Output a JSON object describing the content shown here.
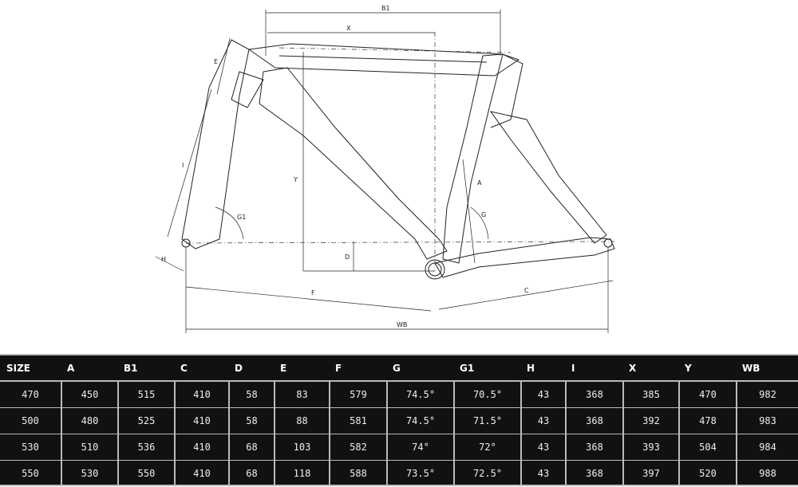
{
  "diagram": {
    "labels": {
      "B1": "B1",
      "X": "X",
      "E": "E",
      "Y": "Y",
      "I": "I",
      "G1": "G1",
      "A": "A",
      "G": "G",
      "D": "D",
      "H": "H",
      "F": "F",
      "C": "C",
      "WB": "WB"
    }
  },
  "table": {
    "headers": [
      "SIZE",
      "A",
      "B1",
      "C",
      "D",
      "E",
      "F",
      "G",
      "G1",
      "H",
      "I",
      "X",
      "Y",
      "WB"
    ],
    "rows": [
      [
        "470",
        "450",
        "515",
        "410",
        "58",
        "83",
        "579",
        "74.5°",
        "70.5°",
        "43",
        "368",
        "385",
        "470",
        "982"
      ],
      [
        "500",
        "480",
        "525",
        "410",
        "58",
        "88",
        "581",
        "74.5°",
        "71.5°",
        "43",
        "368",
        "392",
        "478",
        "983"
      ],
      [
        "530",
        "510",
        "536",
        "410",
        "68",
        "103",
        "582",
        "74°",
        "72°",
        "43",
        "368",
        "393",
        "504",
        "984"
      ],
      [
        "550",
        "530",
        "550",
        "410",
        "68",
        "118",
        "588",
        "73.5°",
        "72.5°",
        "43",
        "368",
        "397",
        "520",
        "988"
      ]
    ]
  }
}
